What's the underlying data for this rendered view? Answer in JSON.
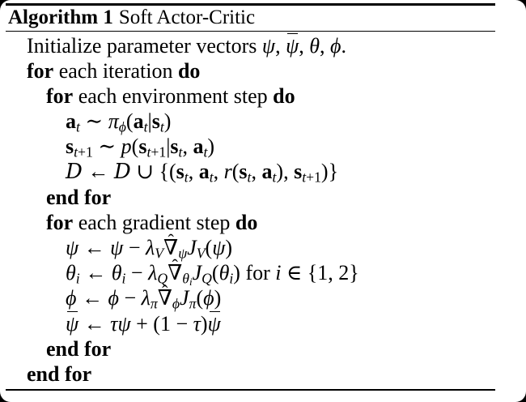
{
  "colors": {
    "background": "#000000",
    "card": "#ffffff",
    "text": "#000000",
    "rule": "#000000"
  },
  "header": {
    "label": "Algorithm 1",
    "title": "Soft Actor-Critic"
  },
  "algorithm": {
    "lines": [
      {
        "indent": 0,
        "segments": [
          {
            "t": "Initialize parameter vectors ",
            "s": "r"
          },
          {
            "t": "ψ",
            "s": "i"
          },
          {
            "t": ", ",
            "s": "r"
          },
          {
            "t": "ψ",
            "s": "i",
            "bar": true
          },
          {
            "t": ", ",
            "s": "r"
          },
          {
            "t": "θ",
            "s": "i"
          },
          {
            "t": ", ",
            "s": "r"
          },
          {
            "t": "ϕ",
            "s": "i"
          },
          {
            "t": ".",
            "s": "r"
          }
        ]
      },
      {
        "indent": 0,
        "segments": [
          {
            "t": "for",
            "s": "b"
          },
          {
            "t": " each iteration ",
            "s": "r"
          },
          {
            "t": "do",
            "s": "b"
          }
        ]
      },
      {
        "indent": 1,
        "segments": [
          {
            "t": "for",
            "s": "b"
          },
          {
            "t": " each environment step ",
            "s": "r"
          },
          {
            "t": "do",
            "s": "b"
          }
        ]
      },
      {
        "indent": 2,
        "segments": [
          {
            "t": "a",
            "s": "bf"
          },
          {
            "t": "t",
            "s": "i",
            "lvl": 1
          },
          {
            "t": " ∼ ",
            "s": "r"
          },
          {
            "t": "π",
            "s": "i"
          },
          {
            "t": "ϕ",
            "s": "i",
            "lvl": 1
          },
          {
            "t": "(",
            "s": "r"
          },
          {
            "t": "a",
            "s": "bf"
          },
          {
            "t": "t",
            "s": "i",
            "lvl": 1
          },
          {
            "t": "|",
            "s": "r"
          },
          {
            "t": "s",
            "s": "bf"
          },
          {
            "t": "t",
            "s": "i",
            "lvl": 1
          },
          {
            "t": ")",
            "s": "r"
          }
        ]
      },
      {
        "indent": 2,
        "segments": [
          {
            "t": "s",
            "s": "bf"
          },
          {
            "t": "t",
            "s": "i",
            "lvl": 1
          },
          {
            "t": "+1",
            "s": "r",
            "lvl": 1
          },
          {
            "t": " ∼ ",
            "s": "r"
          },
          {
            "t": "p",
            "s": "i"
          },
          {
            "t": "(",
            "s": "r"
          },
          {
            "t": "s",
            "s": "bf"
          },
          {
            "t": "t",
            "s": "i",
            "lvl": 1
          },
          {
            "t": "+1",
            "s": "r",
            "lvl": 1
          },
          {
            "t": "|",
            "s": "r"
          },
          {
            "t": "s",
            "s": "bf"
          },
          {
            "t": "t",
            "s": "i",
            "lvl": 1
          },
          {
            "t": ", ",
            "s": "r"
          },
          {
            "t": "a",
            "s": "bf"
          },
          {
            "t": "t",
            "s": "i",
            "lvl": 1
          },
          {
            "t": ")",
            "s": "r"
          }
        ]
      },
      {
        "indent": 2,
        "segments": [
          {
            "t": "D",
            "s": "cal"
          },
          {
            "t": " ← ",
            "s": "r"
          },
          {
            "t": "D",
            "s": "cal"
          },
          {
            "t": " ∪ {(",
            "s": "r"
          },
          {
            "t": "s",
            "s": "bf"
          },
          {
            "t": "t",
            "s": "i",
            "lvl": 1
          },
          {
            "t": ", ",
            "s": "r"
          },
          {
            "t": "a",
            "s": "bf"
          },
          {
            "t": "t",
            "s": "i",
            "lvl": 1
          },
          {
            "t": ", ",
            "s": "r"
          },
          {
            "t": "r",
            "s": "i"
          },
          {
            "t": "(",
            "s": "r"
          },
          {
            "t": "s",
            "s": "bf"
          },
          {
            "t": "t",
            "s": "i",
            "lvl": 1
          },
          {
            "t": ", ",
            "s": "r"
          },
          {
            "t": "a",
            "s": "bf"
          },
          {
            "t": "t",
            "s": "i",
            "lvl": 1
          },
          {
            "t": ")",
            "s": "r"
          },
          {
            "t": ", ",
            "s": "r"
          },
          {
            "t": "s",
            "s": "bf"
          },
          {
            "t": "t",
            "s": "i",
            "lvl": 1
          },
          {
            "t": "+1",
            "s": "r",
            "lvl": 1
          },
          {
            "t": ")}",
            "s": "r"
          }
        ]
      },
      {
        "indent": 1,
        "segments": [
          {
            "t": "end for",
            "s": "b"
          }
        ]
      },
      {
        "indent": 1,
        "segments": [
          {
            "t": "for",
            "s": "b"
          },
          {
            "t": " each gradient step ",
            "s": "r"
          },
          {
            "t": "do",
            "s": "b"
          }
        ]
      },
      {
        "indent": 2,
        "segments": [
          {
            "t": "ψ",
            "s": "i"
          },
          {
            "t": " ← ",
            "s": "r"
          },
          {
            "t": "ψ",
            "s": "i"
          },
          {
            "t": " − ",
            "s": "r"
          },
          {
            "t": "λ",
            "s": "i"
          },
          {
            "t": "V",
            "s": "i",
            "lvl": 1
          },
          {
            "t": "∇",
            "s": "r",
            "hat": true
          },
          {
            "t": "ψ",
            "s": "i",
            "lvl": 1
          },
          {
            "t": "J",
            "s": "i"
          },
          {
            "t": "V",
            "s": "i",
            "lvl": 1
          },
          {
            "t": "(",
            "s": "r"
          },
          {
            "t": "ψ",
            "s": "i"
          },
          {
            "t": ")",
            "s": "r"
          }
        ]
      },
      {
        "indent": 2,
        "segments": [
          {
            "t": "θ",
            "s": "i"
          },
          {
            "t": "i",
            "s": "i",
            "lvl": 1
          },
          {
            "t": " ← ",
            "s": "r"
          },
          {
            "t": "θ",
            "s": "i"
          },
          {
            "t": "i",
            "s": "i",
            "lvl": 1
          },
          {
            "t": " − ",
            "s": "r"
          },
          {
            "t": "λ",
            "s": "i"
          },
          {
            "t": "Q",
            "s": "i",
            "lvl": 1
          },
          {
            "t": "∇",
            "s": "r",
            "hat": true
          },
          {
            "t": "θ",
            "s": "i",
            "lvl": 1
          },
          {
            "t": "i",
            "s": "i",
            "lvl": 2
          },
          {
            "t": "J",
            "s": "i"
          },
          {
            "t": "Q",
            "s": "i",
            "lvl": 1
          },
          {
            "t": "(",
            "s": "r"
          },
          {
            "t": "θ",
            "s": "i"
          },
          {
            "t": "i",
            "s": "i",
            "lvl": 1
          },
          {
            "t": ")",
            "s": "r"
          },
          {
            "t": " for ",
            "s": "r"
          },
          {
            "t": "i",
            "s": "i"
          },
          {
            "t": " ∈ {1, 2}",
            "s": "r"
          }
        ]
      },
      {
        "indent": 2,
        "segments": [
          {
            "t": "ϕ",
            "s": "i"
          },
          {
            "t": " ← ",
            "s": "r"
          },
          {
            "t": "ϕ",
            "s": "i"
          },
          {
            "t": " − ",
            "s": "r"
          },
          {
            "t": "λ",
            "s": "i"
          },
          {
            "t": "π",
            "s": "i",
            "lvl": 1
          },
          {
            "t": "∇",
            "s": "r",
            "hat": true
          },
          {
            "t": "ϕ",
            "s": "i",
            "lvl": 1
          },
          {
            "t": "J",
            "s": "i"
          },
          {
            "t": "π",
            "s": "i",
            "lvl": 1
          },
          {
            "t": "(",
            "s": "r"
          },
          {
            "t": "ϕ",
            "s": "i"
          },
          {
            "t": ")",
            "s": "r"
          }
        ]
      },
      {
        "indent": 2,
        "segments": [
          {
            "t": "ψ",
            "s": "i",
            "bar": true
          },
          {
            "t": " ← ",
            "s": "r"
          },
          {
            "t": "τψ",
            "s": "i"
          },
          {
            "t": " + (1 − ",
            "s": "r"
          },
          {
            "t": "τ",
            "s": "i"
          },
          {
            "t": ")",
            "s": "r"
          },
          {
            "t": "ψ",
            "s": "i",
            "bar": true
          }
        ]
      },
      {
        "indent": 1,
        "segments": [
          {
            "t": "end for",
            "s": "b"
          }
        ]
      },
      {
        "indent": 0,
        "segments": [
          {
            "t": "end for",
            "s": "b"
          }
        ]
      }
    ]
  }
}
